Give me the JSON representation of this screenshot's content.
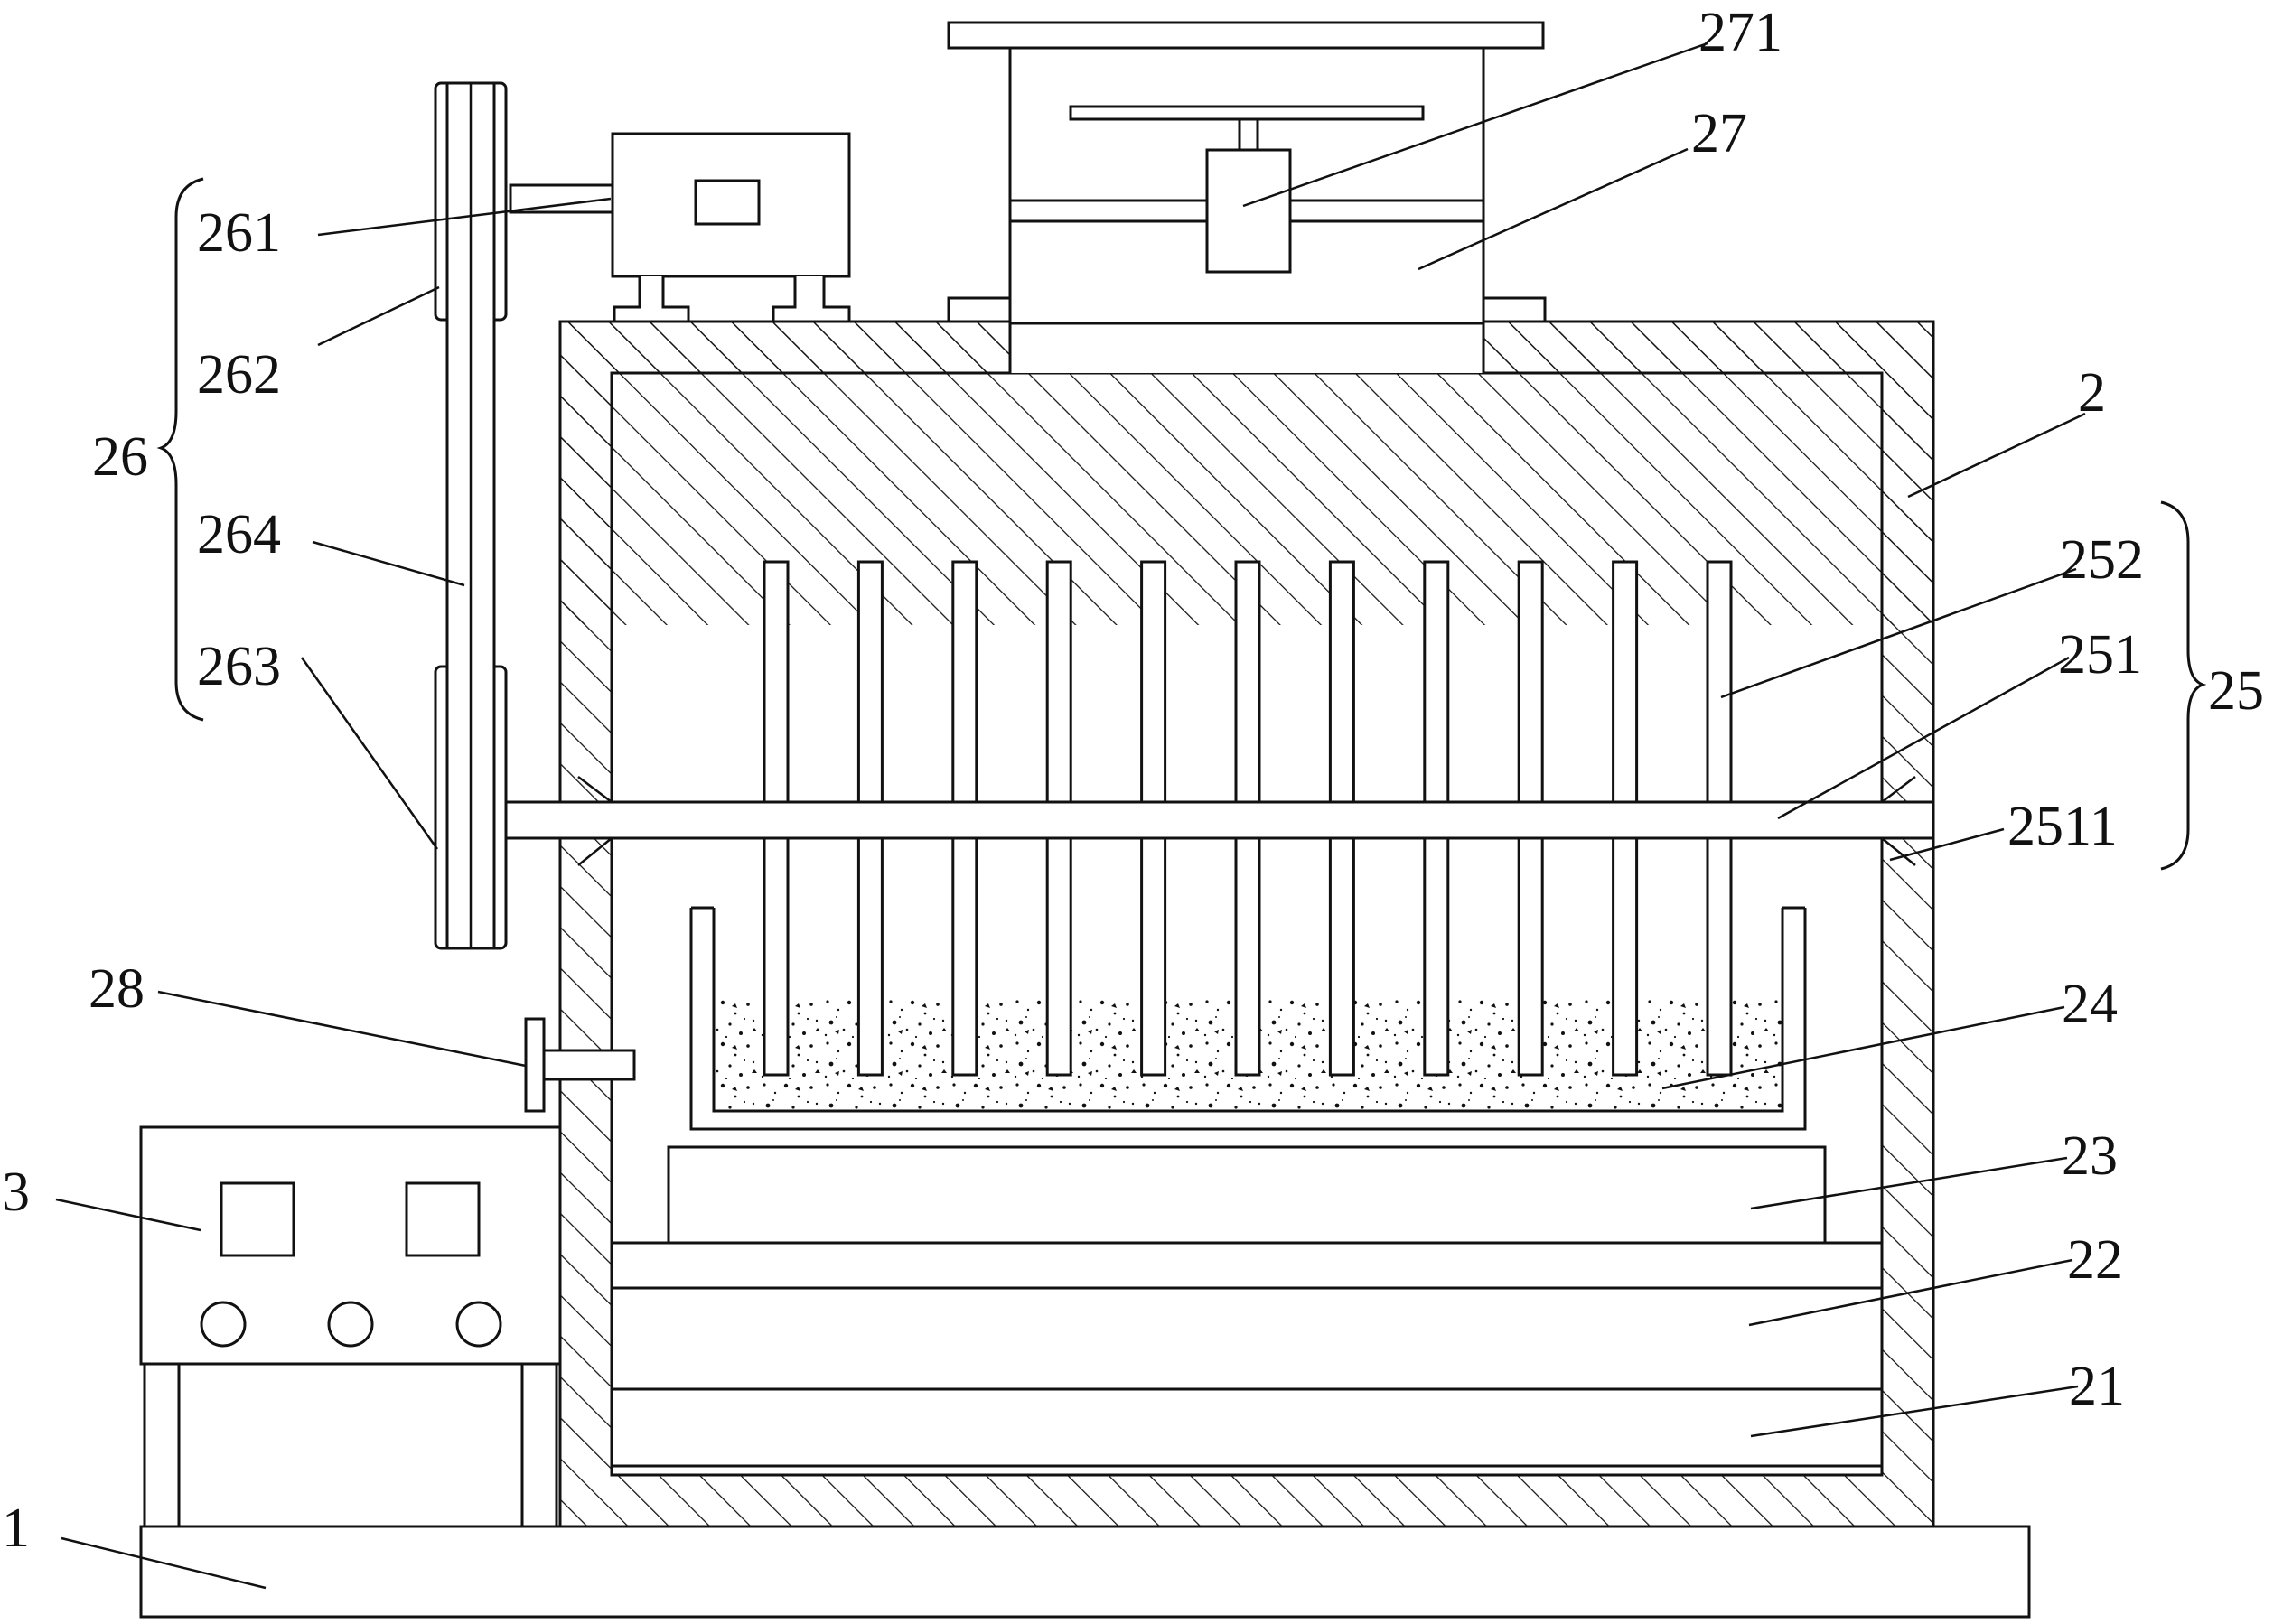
{
  "labels": {
    "l1": "1",
    "l2": "2",
    "l3": "3",
    "l21": "21",
    "l22": "22",
    "l23": "23",
    "l24": "24",
    "l25": "25",
    "l251": "251",
    "l2511": "2511",
    "l252": "252",
    "l26": "26",
    "l261": "261",
    "l262": "262",
    "l263": "263",
    "l264": "264",
    "l27": "27",
    "l271": "271",
    "l28": "28"
  },
  "colors": {
    "ink": "#111111",
    "background": "#ffffff"
  }
}
